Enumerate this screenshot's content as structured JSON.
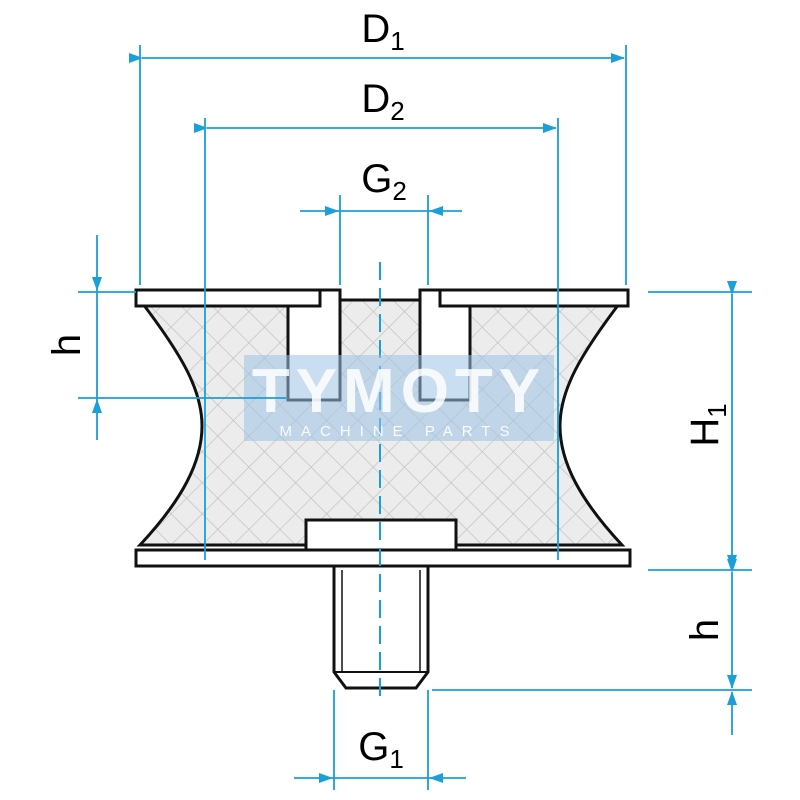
{
  "colors": {
    "outline": "#111111",
    "dimension": "#1a9fd8",
    "hatch": "#b9b9b9",
    "fill": "#ececec",
    "watermark_bg": "#9ec3e6"
  },
  "labels": {
    "d1": {
      "main": "D",
      "sub": "1"
    },
    "d2": {
      "main": "D",
      "sub": "2"
    },
    "g2": {
      "main": "G",
      "sub": "2"
    },
    "g1": {
      "main": "G",
      "sub": "1"
    },
    "h1": {
      "main": "H",
      "sub": "1"
    },
    "h_top": "h",
    "h_bottom": "h"
  },
  "watermark": {
    "brand": "TYMOTY",
    "tagline": "MACHINE PARTS"
  }
}
